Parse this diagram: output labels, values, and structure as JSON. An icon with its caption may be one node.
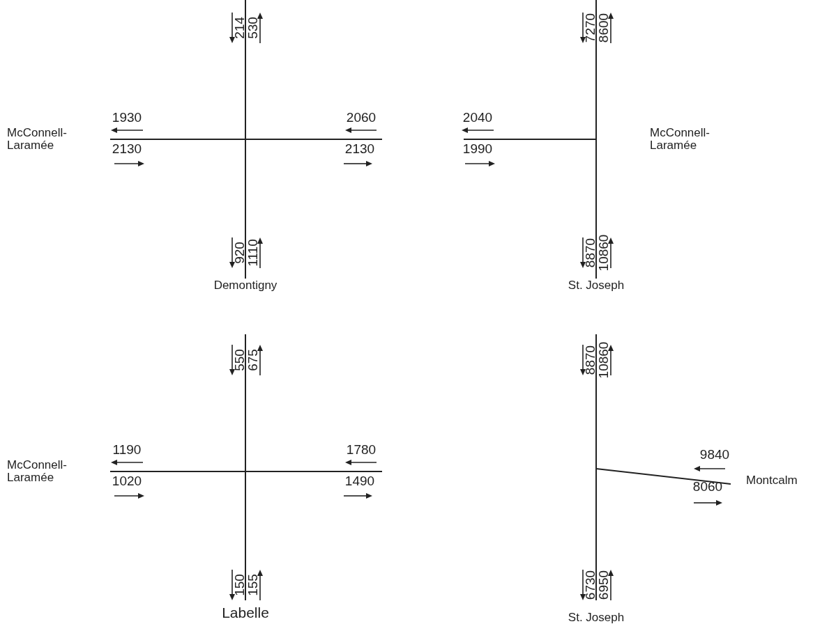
{
  "diagram": {
    "labels": [
      "214",
      "530",
      "1930",
      "2060",
      "McConnell- Laramée",
      "2130",
      "2130",
      "920",
      "1110",
      "Demontigny",
      "7270",
      "8600",
      "2040",
      "1990",
      "McConnell- Laramée",
      "8870",
      "10860",
      "St. Joseph",
      "550",
      "675",
      "1190",
      "1780",
      "McConnell- Laramée",
      "1020",
      "1490",
      "150",
      "155",
      "Labelle",
      "8870",
      "10860",
      "9840",
      "8060",
      "Montcalm",
      "6730",
      "6950",
      "St. Joseph"
    ]
  }
}
